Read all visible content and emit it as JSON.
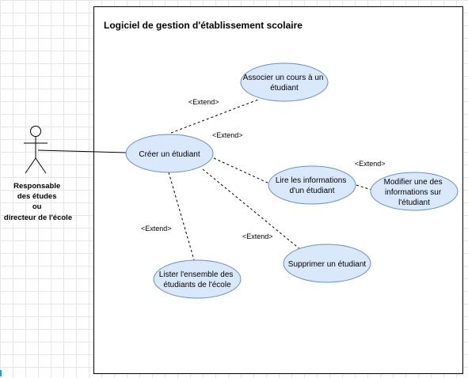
{
  "diagram": {
    "system_title": "Logiciel de gestion d'établissement scolaire",
    "actor": {
      "lines": [
        "Responsable",
        "des études",
        "ou",
        "directeur de l'école"
      ]
    },
    "use_cases": {
      "creer": [
        "Créer un étudiant"
      ],
      "associer": [
        "Associer un cours à un",
        "étudiant"
      ],
      "lire": [
        "Lire les informations",
        "d'un étudiant"
      ],
      "modifier": [
        "Modifier une des",
        "informations sur",
        "l'étudiant"
      ],
      "supprimer": [
        "Supprimer un étudiant"
      ],
      "lister": [
        "Lister l'ensemble des",
        "étudiants de l'école"
      ]
    },
    "edge_labels": {
      "associer": "<Extend>",
      "lire": "<Extend>",
      "modifier": "<Extend>",
      "supprimer": "<Extend>",
      "lister": "<Extend>"
    },
    "colors": {
      "usecase_fill": "#dae8fc",
      "usecase_stroke": "#6c8ebf",
      "grid": "#e6e6e6"
    }
  }
}
